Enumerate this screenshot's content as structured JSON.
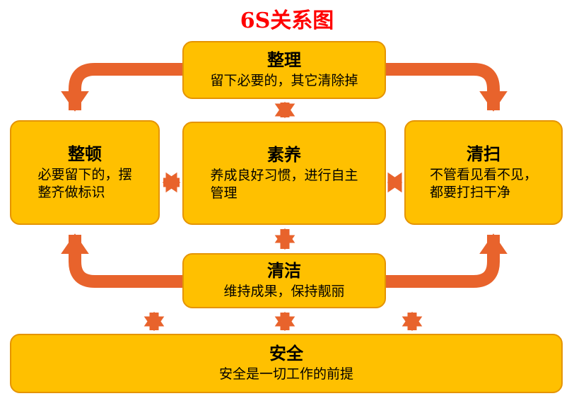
{
  "title": "6S关系图",
  "colors": {
    "box_fill": "#FFC000",
    "box_border": "#E59400",
    "arrow": "#E8632C",
    "title_color": "#FF0000"
  },
  "boxes": {
    "zhengli": {
      "title": "整理",
      "desc": "留下必要的，其它清除掉"
    },
    "zhengdun": {
      "title": "整顿",
      "desc": "必要留下的，摆\n整齐做标识"
    },
    "suyang": {
      "title": "素养",
      "desc": "养成良好习惯，进行自主\n管理"
    },
    "qingsao": {
      "title": "清扫",
      "desc": "不管看见看不见，\n都要打扫干净"
    },
    "qingjie": {
      "title": "清洁",
      "desc": "维持成果，保持靓丽"
    },
    "anquan": {
      "title": "安全",
      "desc": "安全是一切工作的前提"
    }
  }
}
